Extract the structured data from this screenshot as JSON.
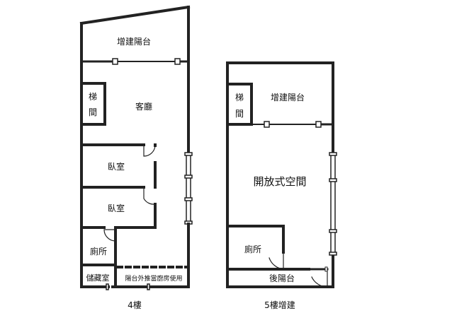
{
  "floor4": {
    "caption": "4樓",
    "rooms": {
      "balcony": "增建陽台",
      "stair_1": "梯",
      "stair_2": "間",
      "living": "客廳",
      "bedroom_1": "臥室",
      "bedroom_2": "臥室",
      "toilet": "廁所",
      "storage": "儲藏室",
      "balcony_kitchen": "陽台外推當廚房使用"
    }
  },
  "floor5": {
    "caption": "5樓增建",
    "rooms": {
      "stair_1": "梯",
      "stair_2": "間",
      "balcony": "增建陽台",
      "open_space": "開放式空間",
      "toilet": "廁所",
      "rear_balcony": "後陽台"
    }
  }
}
